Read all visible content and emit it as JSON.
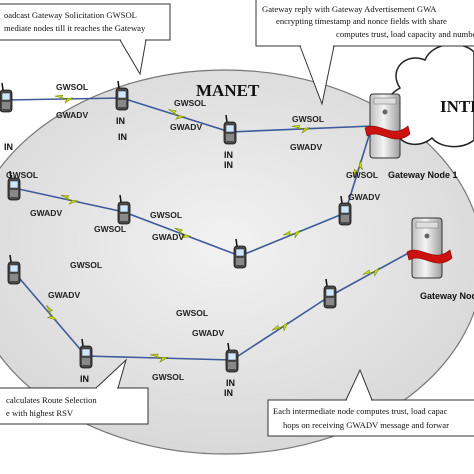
{
  "manet_label": "MANET",
  "internet_label": "INTE",
  "gateways": [
    {
      "label": "Gateway Node 1"
    },
    {
      "label": "Gateway Nod"
    }
  ],
  "node_label": "IN",
  "link_labels": {
    "solicitation": "GWSOL",
    "advertisement": "GWADV"
  },
  "callouts": {
    "top_left": [
      "oadcast Gateway Solicitation GWSOL",
      "mediate nodes till it reaches the Gateway"
    ],
    "top_right": [
      "Gateway reply with Gateway Advertisement GWA",
      "encrypting timestamp and nonce fields with share",
      "computes trust, load capacity and number"
    ],
    "bottom_left": [
      "calculates Route Selection",
      "e with highest RSV"
    ],
    "bottom_right": [
      "Each intermediate node computes trust, load capac",
      "hops on receiving GWADV message and forwar"
    ]
  },
  "colors": {
    "link_line": "#3d5a99",
    "lightning": "#c8e000",
    "gateway_ribbon": "#cc1111",
    "manet_fill": "#e6e6e6"
  }
}
